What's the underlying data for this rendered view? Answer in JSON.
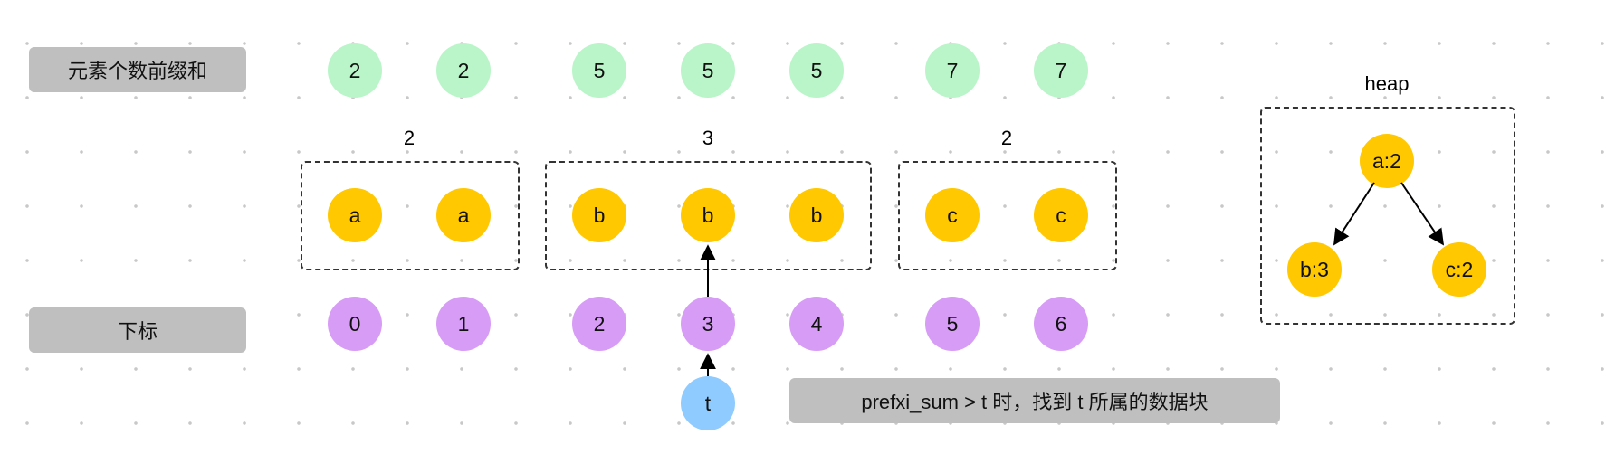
{
  "labels": {
    "prefix_label": "元素个数前缀和",
    "index_label": "下标",
    "heap_title": "heap",
    "note": "prefxi_sum > t 时，找到 t 所属的数据块"
  },
  "prefix_sums": [
    "2",
    "2",
    "5",
    "5",
    "5",
    "7",
    "7"
  ],
  "elements": [
    "a",
    "a",
    "b",
    "b",
    "b",
    "c",
    "c"
  ],
  "indices": [
    "0",
    "1",
    "2",
    "3",
    "4",
    "5",
    "6"
  ],
  "group_counts": [
    "2",
    "3",
    "2"
  ],
  "target": "t",
  "heap": {
    "root": "a:2",
    "left": "b:3",
    "right": "c:2"
  },
  "colors": {
    "prefix": "#b9f5c8",
    "element": "#ffc800",
    "index": "#d79cf5",
    "target": "#8fcbff",
    "label_bg": "#bfbfbf"
  }
}
